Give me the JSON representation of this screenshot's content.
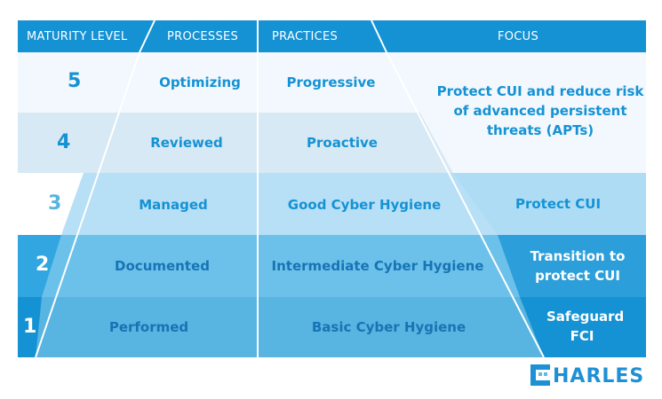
{
  "header": {
    "maturity_level": "MATURITY LEVEL",
    "processes": "PROCESSES",
    "practices": "PRACTICES",
    "focus": "FOCUS"
  },
  "levels": [
    {
      "number": "5",
      "process": "Optimizing",
      "practice": "Progressive"
    },
    {
      "number": "4",
      "process": "Reviewed",
      "practice": "Proactive"
    },
    {
      "number": "3",
      "process": "Managed",
      "practice": "Good Cyber Hygiene"
    },
    {
      "number": "2",
      "process": "Documented",
      "practice": "Intermediate Cyber Hygiene"
    },
    {
      "number": "1",
      "process": "Performed",
      "practice": "Basic Cyber Hygiene"
    }
  ],
  "focus": {
    "levels_4_5": "Protect CUI and reduce risk of advanced persistent threats (APTs)",
    "level_3": "Protect CUI",
    "level_2": "Transition to protect CUI",
    "level_1": "Safeguard FCI"
  },
  "logo": {
    "text": "HARLES"
  },
  "colors": {
    "header": "#1592d4",
    "level5": "#f2f8fd",
    "level4": "#d7e9f4",
    "level3": "#b7dff6",
    "level2": "#6cc1ea",
    "level1": "#58b4e0",
    "outer_level3": "#ffffff",
    "outer_level2": "#31a6e0",
    "outer_level1": "#1592d4",
    "focus_level3": "#aedcf5",
    "focus_level2": "#2c9fdb",
    "focus_level1": "#1592d4"
  }
}
